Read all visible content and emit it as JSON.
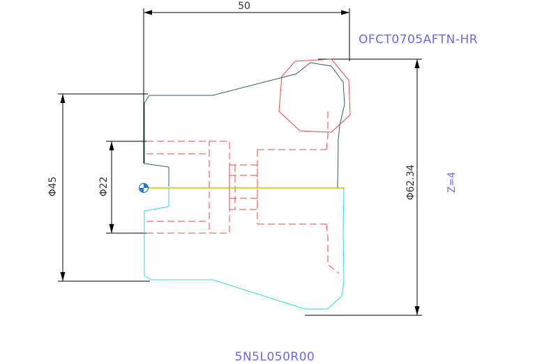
{
  "drawing": {
    "top_dim": "50",
    "left_dim": "Φ45",
    "inner_dim": "Φ22",
    "right_dim": "Φ62.34",
    "insert_code": "OFCT0705AFTN-HR",
    "teeth": "Z=4",
    "part_code": "5N5L050R00"
  },
  "colors": {
    "dim_line": "#000000",
    "outline_top": "#2d5f6b",
    "outline_bottom": "#33d6e6",
    "hidden_red": "#e64a4a",
    "label_blue": "#6a6ae6",
    "axis_yellow": "#b8b800"
  }
}
